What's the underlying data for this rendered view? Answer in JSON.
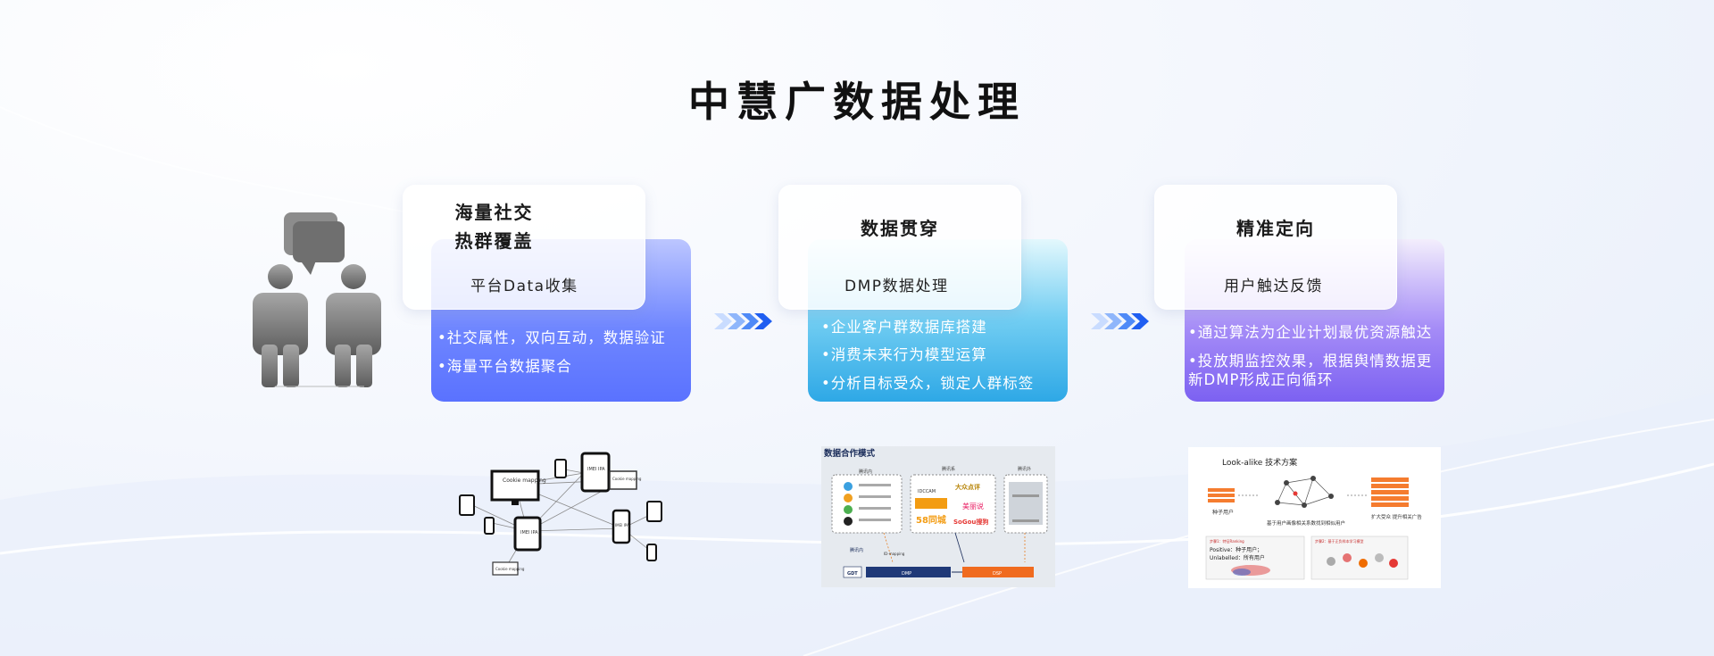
{
  "page": {
    "title": "中慧广数据处理"
  },
  "columns": [
    {
      "title_line1": "海量社交",
      "title_line2": "热群覆盖",
      "subtitle": "平台Data收集",
      "bullets": [
        "•社交属性，双向互动，数据验证",
        "•海量平台数据聚合"
      ]
    },
    {
      "title_line1": "数据贯穿",
      "subtitle": "DMP数据处理",
      "bullets": [
        "•企业客户群数据库搭建",
        "•消费未来行为模型运算",
        "•分析目标受众，锁定人群标签"
      ]
    },
    {
      "title_line1": "精准定向",
      "subtitle": "用户触达反馈",
      "bullets": [
        "•通过算法为企业计划最优资源触达",
        "•投放期监控效果，根据舆情数据更",
        "新DMP形成正向循环"
      ]
    }
  ],
  "thumb1": {
    "labels": [
      "Cookie mapping",
      "IMEI IPA",
      "IMEI IPA",
      "Cookie mapping",
      "IMEI IPA",
      "Cookie mapping"
    ]
  },
  "thumb2": {
    "title": "数据合作模式",
    "top_labels": [
      "腾讯内",
      "腾讯系",
      "腾讯外"
    ],
    "logos": [
      "58同城",
      "大众点评",
      "SoGou搜狗",
      "美丽说",
      "IDCCAM"
    ],
    "left_label": "腾讯内",
    "id_mapping": "ID-mapping",
    "gdt": "GDT",
    "dmp": "DMP",
    "dsp": "DSP"
  },
  "thumb3": {
    "title": "Look-alike 技术方案",
    "seed": "种子用户",
    "middle": "基于用户画像相关系数找到相似用户",
    "expand": "扩大受众 提升相关广告",
    "positive": "Positive：种子用户；",
    "unlabelled": "Unlabelled：所有用户",
    "box1_title": "步骤1：特征Ranking",
    "box2_title": "步骤2：基于正负样本学习模型"
  },
  "colors": {
    "accent_blue": "#2f6df6",
    "card1": "#5a72ff",
    "card2": "#2ea8e6",
    "card3": "#7c61f1"
  }
}
